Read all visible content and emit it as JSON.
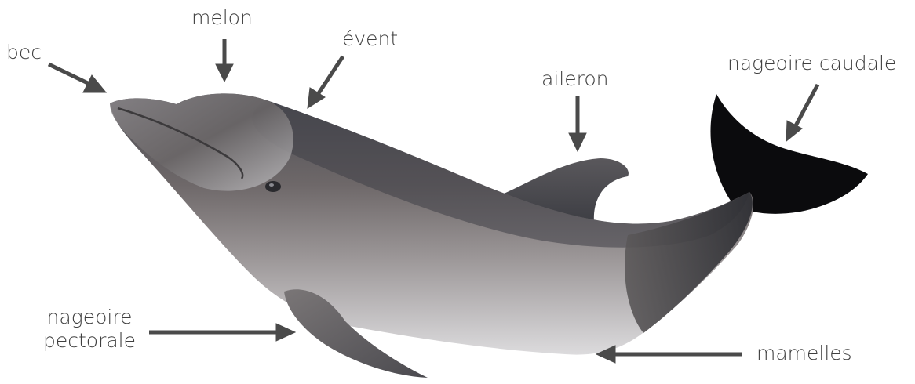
{
  "labels": {
    "bec": "bec",
    "melon": "melon",
    "event": "évent",
    "aileron": "aileron",
    "nageoire_caudale": "nageoire caudale",
    "nageoire_pectorale_line1": "nageoire",
    "nageoire_pectorale_line2": "pectorale",
    "mamelles": "mamelles"
  },
  "colors": {
    "text": "#3f3f3f",
    "arrow": "#4a4a4a",
    "body_dark": "#3e4047",
    "body_mid": "#6f6a6c",
    "belly": "#d9d8da",
    "fluke": "#0b0b0d"
  }
}
